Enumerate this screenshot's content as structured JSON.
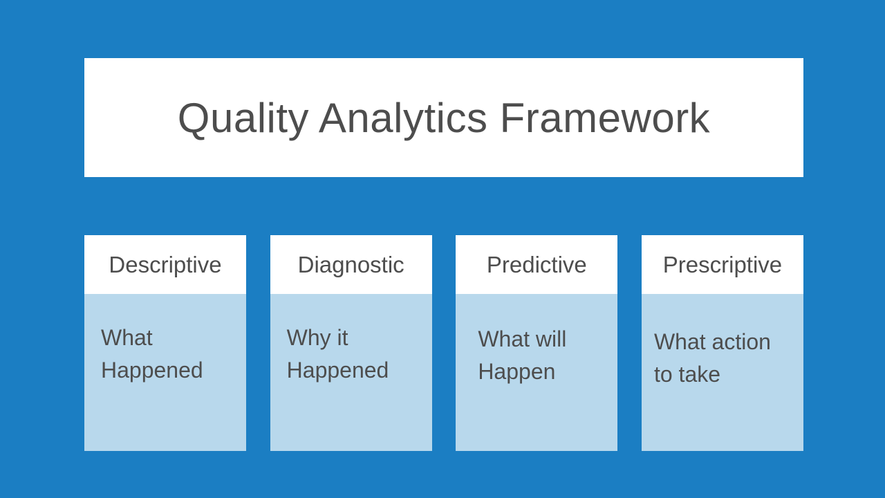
{
  "slide": {
    "title": "Quality Analytics Framework",
    "columns": [
      {
        "header": "Descriptive",
        "body": "What Happened"
      },
      {
        "header": "Diagnostic",
        "body": "Why it Happened"
      },
      {
        "header": "Predictive",
        "body": "What will Happen"
      },
      {
        "header": "Prescriptive",
        "body": "What action to take"
      }
    ],
    "colors": {
      "background": "#1B7EC3",
      "title_box_bg": "#FFFFFF",
      "card_header_bg": "#FFFFFF",
      "card_body_bg": "#B8D8EC",
      "text": "#4D4D4D"
    }
  }
}
